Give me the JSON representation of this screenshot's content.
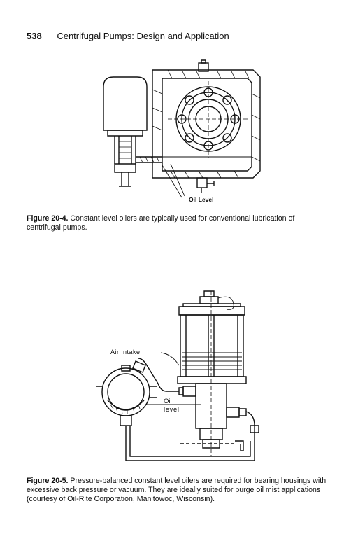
{
  "page": {
    "number": "538",
    "running_title": "Centrifugal Pumps: Design and Application"
  },
  "figure1": {
    "label": "Figure 20-4.",
    "caption": "Constant level oilers are typically used for conventional lubrication of centrifugal pumps.",
    "annotation_oil_level": "Oil Level"
  },
  "figure2": {
    "label": "Figure 20-5.",
    "caption": "Pressure-balanced constant level oilers are required for bearing housings with excessive back pressure or vacuum. They are ideally suited for purge oil mist applications (courtesy of Oil-Rite Corporation, Manitowoc, Wisconsin).",
    "annotation_air_intake": "Air intake",
    "annotation_oil": "Oil",
    "annotation_level": "level"
  }
}
